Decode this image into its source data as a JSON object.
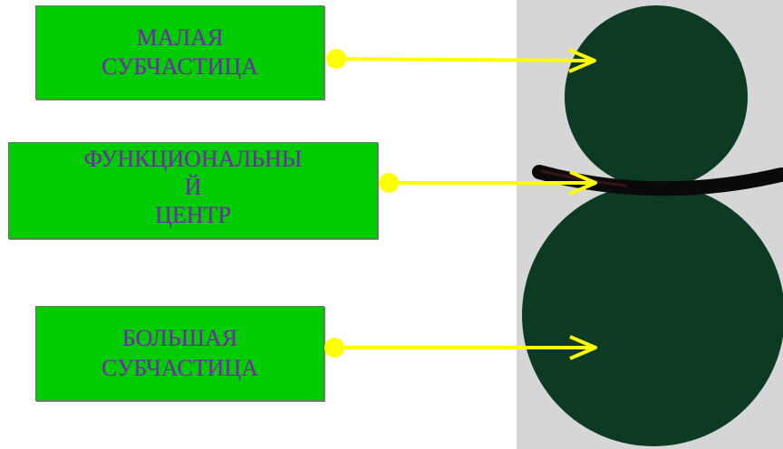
{
  "labels": {
    "small_subunit": "МАЛАЯ\nСУБЧАСТИЦА",
    "functional_center": "ФУНКЦИОНАЛЬНЫ\nЙ\nЦЕНТР",
    "large_subunit": "БОЛЬШАЯ\nСУБЧАСТИЦА"
  },
  "colors": {
    "box_fill": "#00cc00",
    "label_text": "#7a1fb8",
    "arrow": "#ffff00",
    "subunit_fill": "#0d3a22",
    "panel_background": "#d6d6d6",
    "center_band": "#0a0a0a"
  }
}
